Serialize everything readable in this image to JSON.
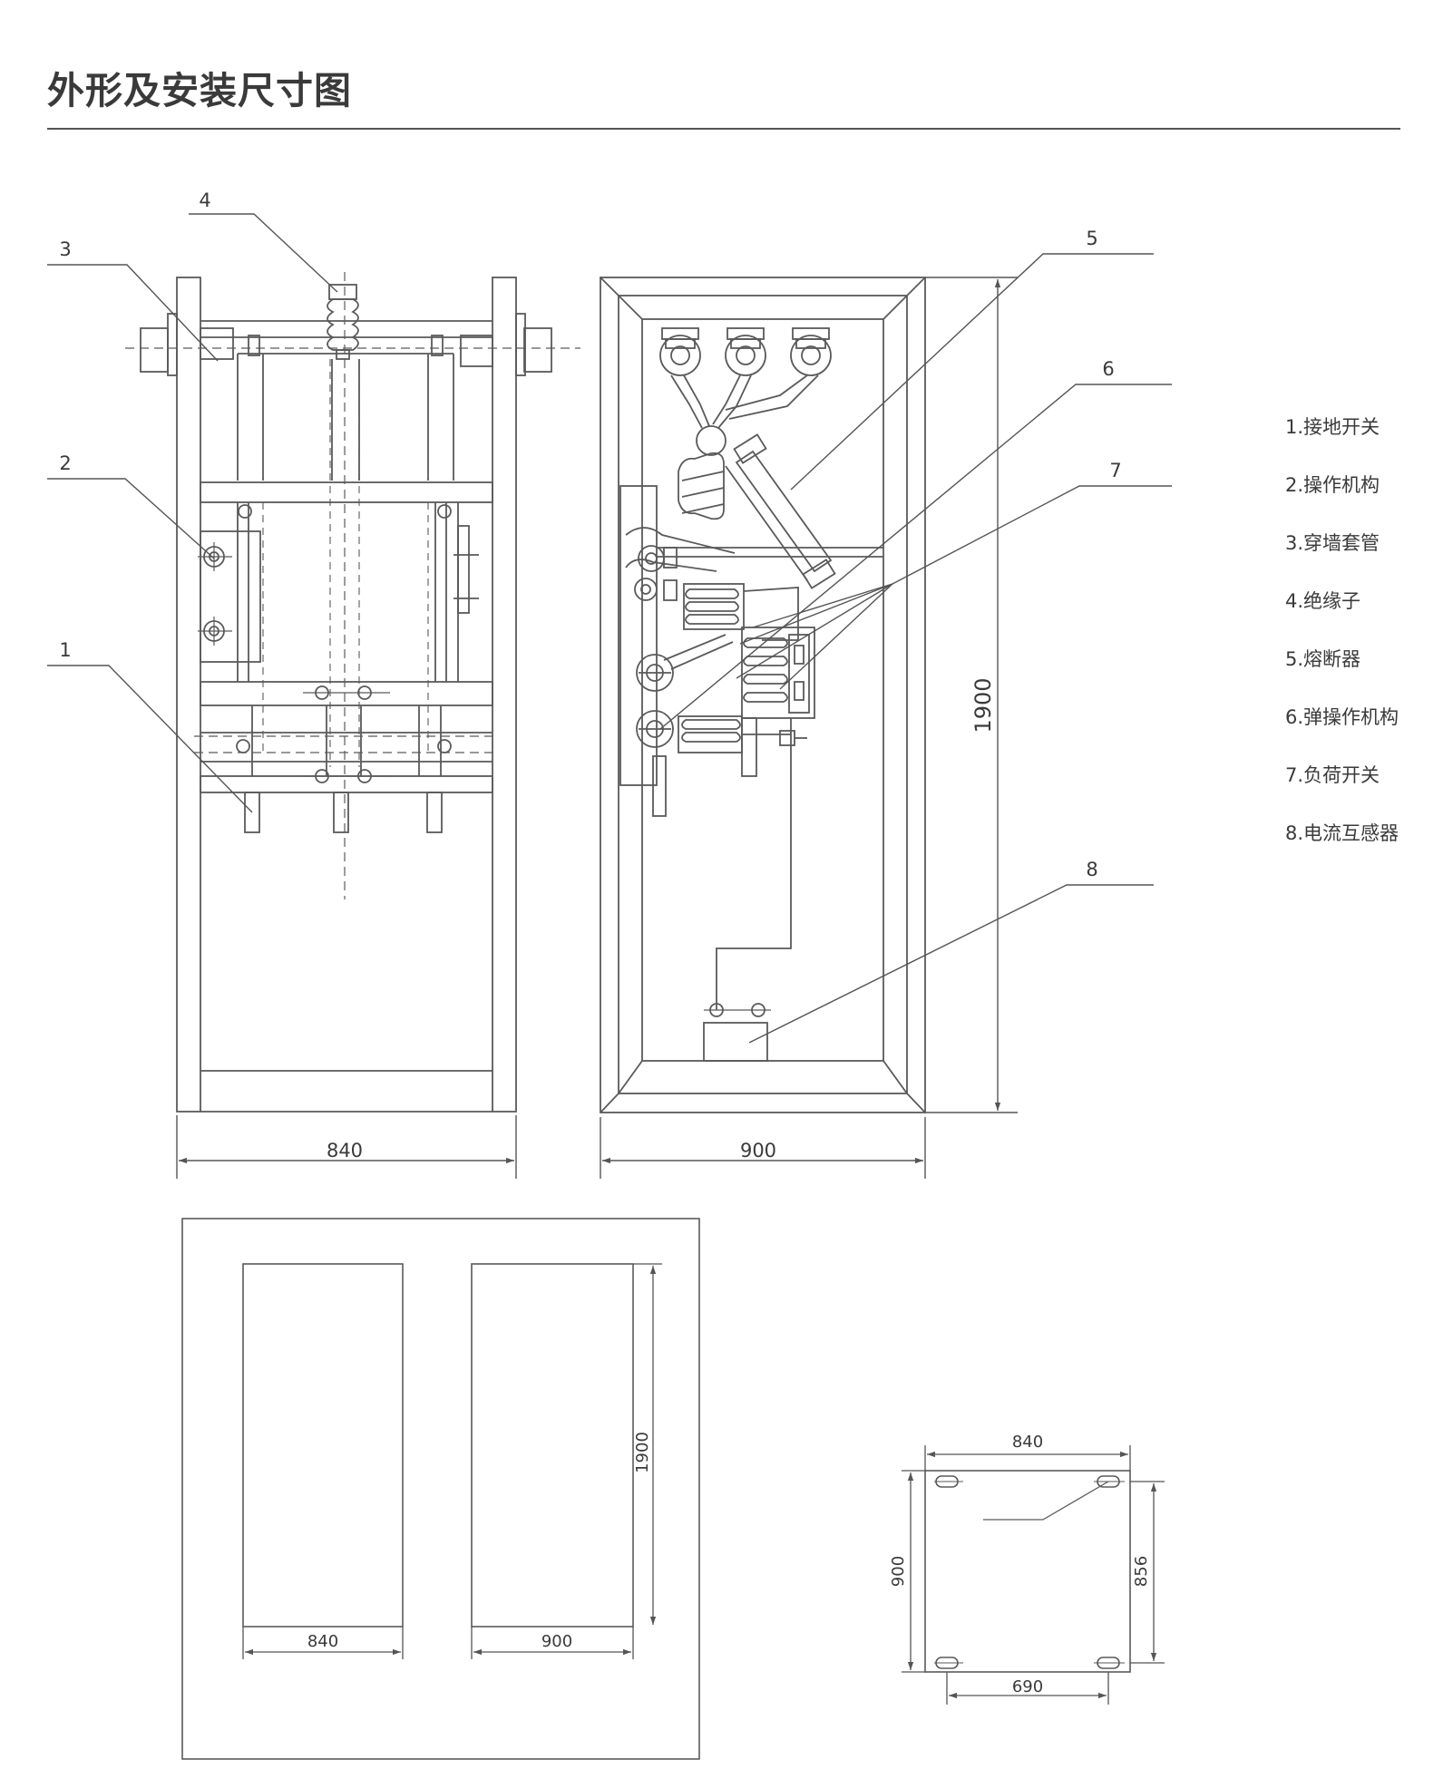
{
  "page": {
    "title": "外形及安装尺寸图"
  },
  "callouts": [
    "1",
    "2",
    "3",
    "4",
    "5",
    "6",
    "7",
    "8"
  ],
  "legend": [
    "1.接地开关",
    "2.操作机构",
    "3.穿墙套管",
    "4.绝缘子",
    "5.熔断器",
    "6.弹操作机构",
    "7.负荷开关",
    "8.电流互感器"
  ],
  "dimensions": {
    "front_width": "840",
    "side_width": "900",
    "side_height": "1900",
    "layout_width_a": "840",
    "layout_width_b": "900",
    "layout_height": "1900",
    "base_top": "840",
    "base_left": "900",
    "base_right": "856",
    "base_bottom": "690"
  }
}
